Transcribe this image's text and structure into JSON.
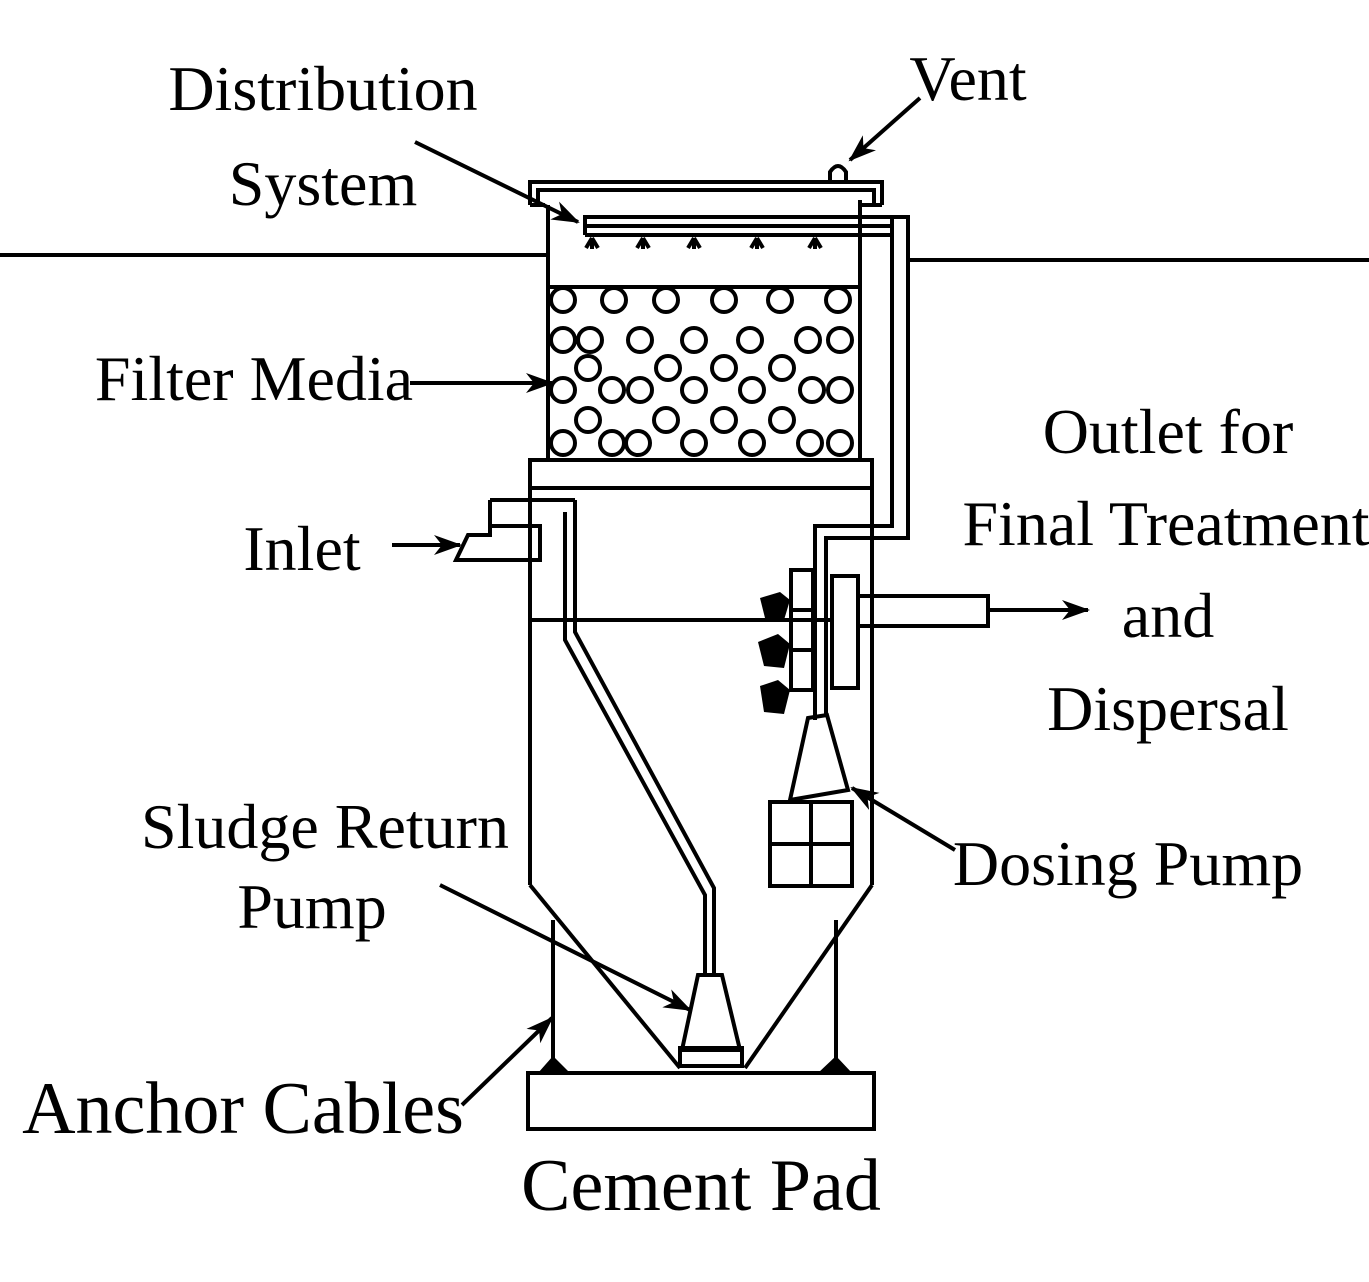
{
  "labels": {
    "distribution_line1": "Distribution",
    "distribution_line2": "System",
    "vent": "Vent",
    "filter_media": "Filter Media",
    "inlet": "Inlet",
    "outlet_line1": "Outlet for",
    "outlet_line2": "Final Treatment",
    "outlet_line3": "and",
    "outlet_line4": "Dispersal",
    "sludge_line1": "Sludge Return",
    "sludge_line2": "Pump",
    "dosing_pump": "Dosing Pump",
    "anchor_cables": "Anchor Cables",
    "cement_pad": "Cement Pad"
  },
  "colors": {
    "ink": "#000000",
    "background": "#ffffff"
  }
}
